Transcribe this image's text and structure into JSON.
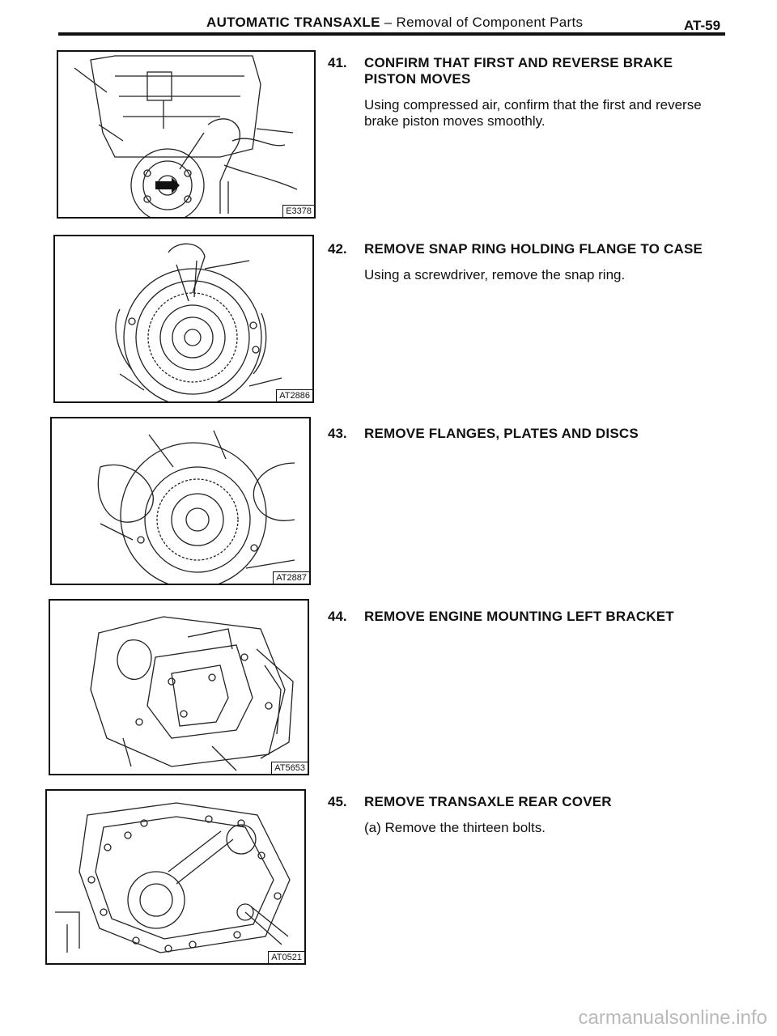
{
  "header": {
    "section_bold": "AUTOMATIC TRANSAXLE",
    "section_rest": " – Removal of Component Parts",
    "page_number": "AT-59"
  },
  "figures": [
    {
      "code": "E3378"
    },
    {
      "code": "AT2886"
    },
    {
      "code": "AT2887"
    },
    {
      "code": "AT5653"
    },
    {
      "code": "AT0521"
    }
  ],
  "steps": [
    {
      "num": "41.",
      "title": "CONFIRM THAT FIRST AND REVERSE BRAKE PISTON MOVES",
      "text": "Using compressed air, confirm that the first and reverse brake piston moves smoothly."
    },
    {
      "num": "42.",
      "title": "REMOVE SNAP RING HOLDING FLANGE TO CASE",
      "text": "Using a screwdriver, remove the snap ring."
    },
    {
      "num": "43.",
      "title": "REMOVE FLANGES, PLATES AND DISCS",
      "text": ""
    },
    {
      "num": "44.",
      "title": "REMOVE ENGINE MOUNTING LEFT BRACKET",
      "text": ""
    },
    {
      "num": "45.",
      "title": "REMOVE TRANSAXLE REAR COVER",
      "text": "(a)  Remove the thirteen bolts."
    }
  ],
  "watermark": "carmanualsonline.info"
}
